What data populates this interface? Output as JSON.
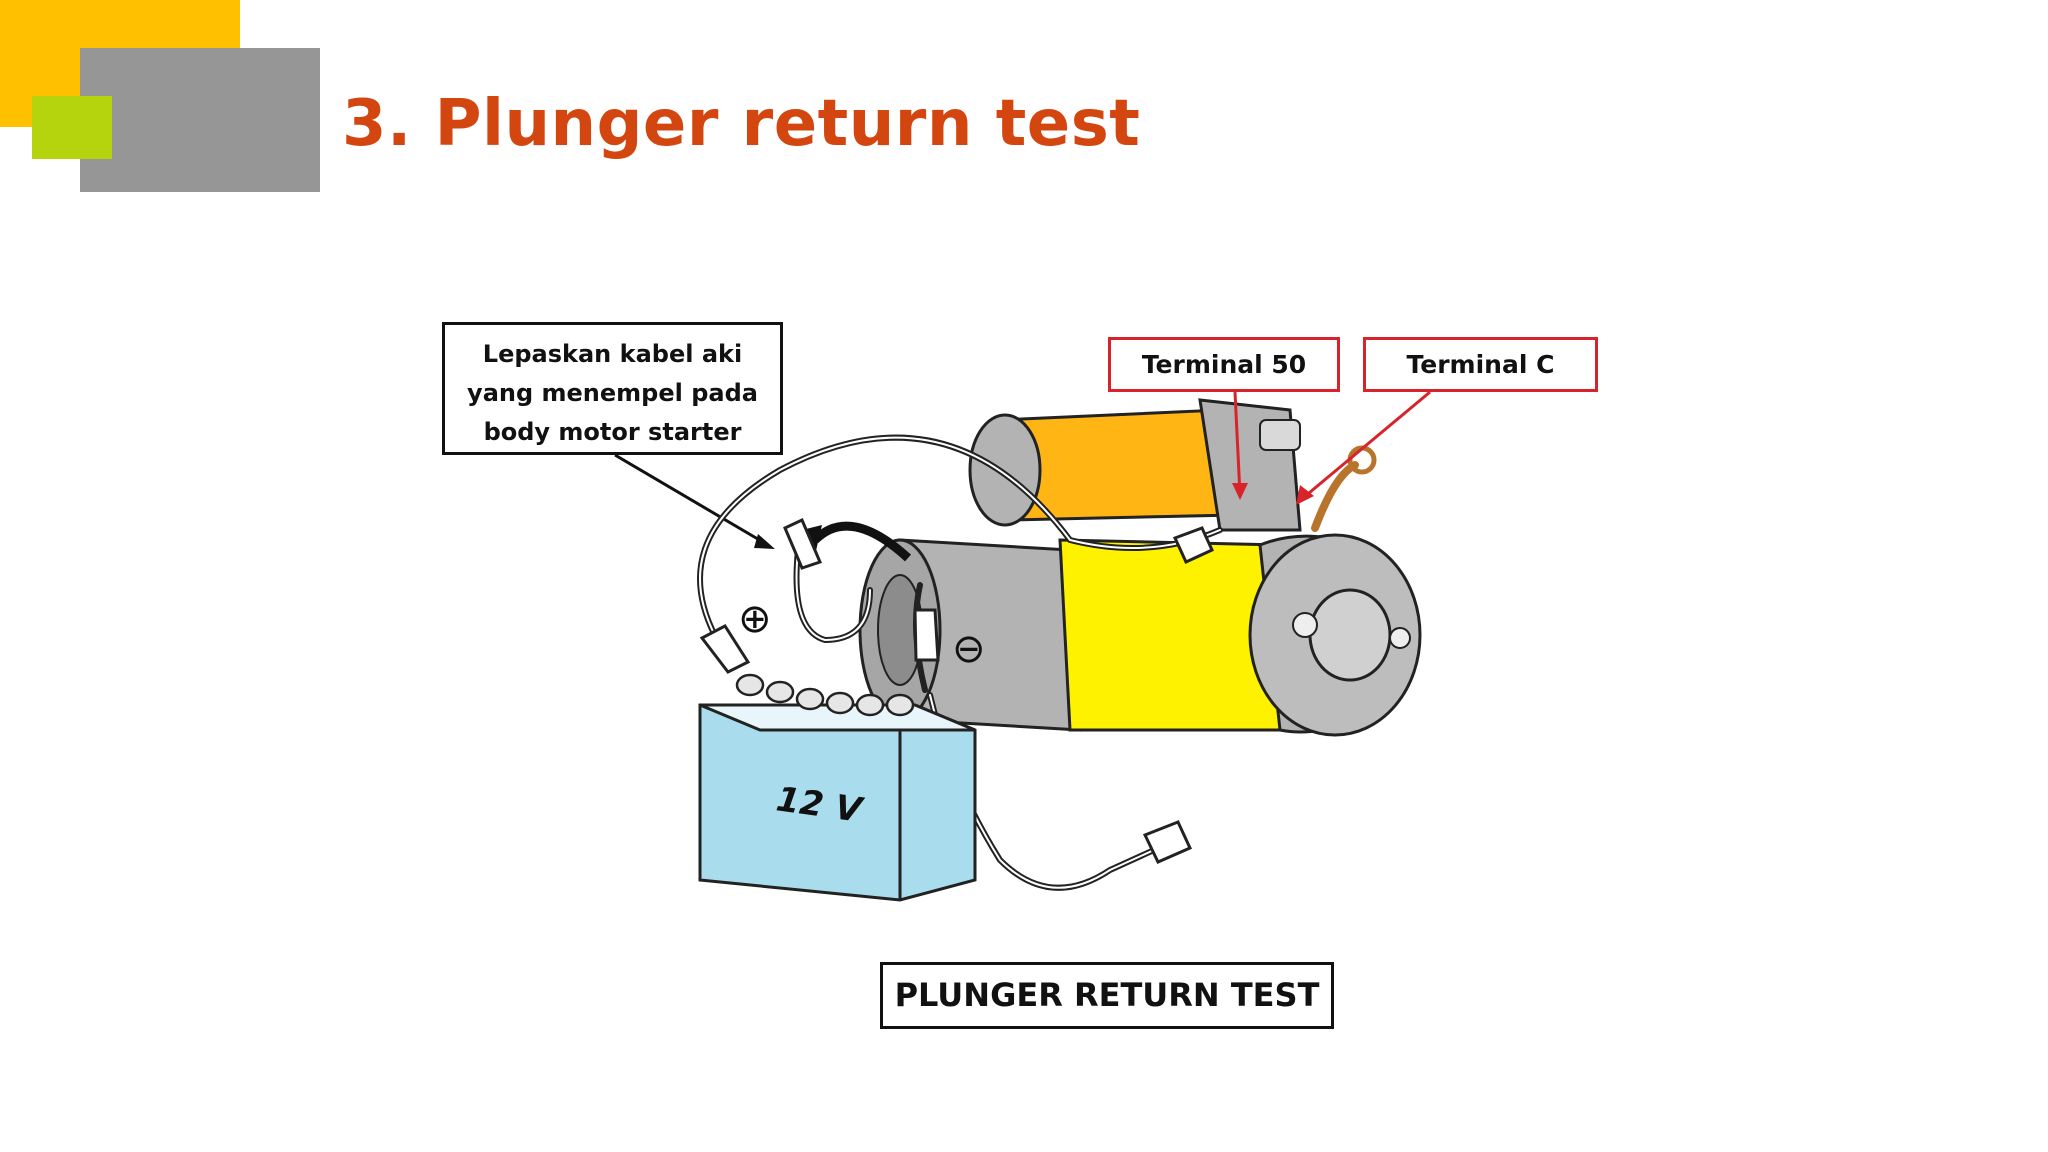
{
  "slide": {
    "title": "3. Plunger return test"
  },
  "diagram": {
    "note_lines": [
      "Lepaskan kabel aki",
      "yang menempel pada",
      "body motor starter"
    ],
    "terminal_50_label": "Terminal 50",
    "terminal_c_label": "Terminal C",
    "battery_voltage": "12 V",
    "positive_symbol": "⊕",
    "negative_symbol": "⊖",
    "caption": "PLUNGER RETURN TEST"
  },
  "colors": {
    "title": "#d3460f",
    "deco_yellow": "#ffc000",
    "deco_gray": "#969696",
    "deco_green": "#b5d40d",
    "motor_yellow": "#fff200",
    "solenoid_orange": "#ffb514",
    "battery_blue": "#a9dcec",
    "callout_red": "#d9232a"
  }
}
